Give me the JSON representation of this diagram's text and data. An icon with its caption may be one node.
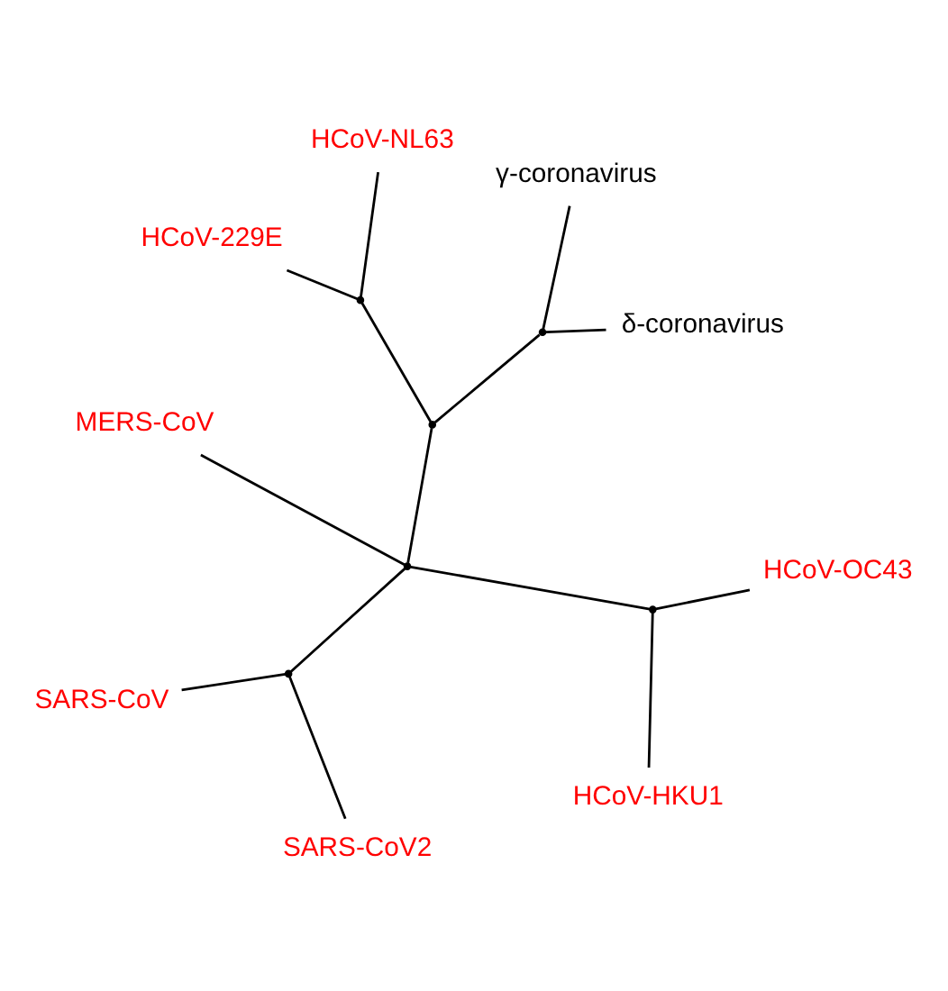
{
  "diagram": {
    "nodes": [
      {
        "text": [
          "δ-coronavirus"
        ]
      },
      {
        "text": [
          "γ-coronavirus"
        ]
      },
      {
        "text": [
          "HCoV-NL63"
        ]
      },
      {
        "text": [
          "HCoV-229E"
        ]
      },
      {
        "text": [
          "MERS-CoV"
        ]
      },
      {
        "text": [
          "SARS-CoV"
        ]
      },
      {
        "text": [
          "SARS-CoV2"
        ]
      },
      {
        "text": [
          "HCoV-HKU1"
        ]
      },
      {
        "text": [
          "HCoV-OC43"
        ]
      },
      {
        "text": [],
        "shape": "point"
      },
      {
        "text": [],
        "shape": "point"
      },
      {
        "text": [],
        "shape": "point"
      },
      {
        "text": [],
        "shape": "point"
      },
      {
        "text": [],
        "shape": "point"
      },
      {
        "text": [],
        "shape": "point"
      }
    ],
    "edges": [
      {
        "from": 9,
        "to": 10,
        "arrow": "none"
      },
      {
        "from": 10,
        "to": 0,
        "arrow": "none"
      },
      {
        "from": 10,
        "to": 1,
        "arrow": "none"
      },
      {
        "from": 9,
        "to": 11,
        "arrow": "none"
      },
      {
        "from": 11,
        "to": 2,
        "arrow": "none"
      },
      {
        "from": 11,
        "to": 3,
        "arrow": "none"
      },
      {
        "from": 9,
        "to": 12,
        "arrow": "none"
      },
      {
        "from": 12,
        "to": 4,
        "arrow": "none"
      },
      {
        "from": 12,
        "to": 13,
        "arrow": "none"
      },
      {
        "from": 13,
        "to": 5,
        "arrow": "none"
      },
      {
        "from": 13,
        "to": 6,
        "arrow": "none"
      },
      {
        "from": 12,
        "to": 14,
        "arrow": "none"
      },
      {
        "from": 14,
        "to": 7,
        "arrow": "none"
      },
      {
        "from": 14,
        "to": 8,
        "arrow": "none"
      }
    ]
  }
}
